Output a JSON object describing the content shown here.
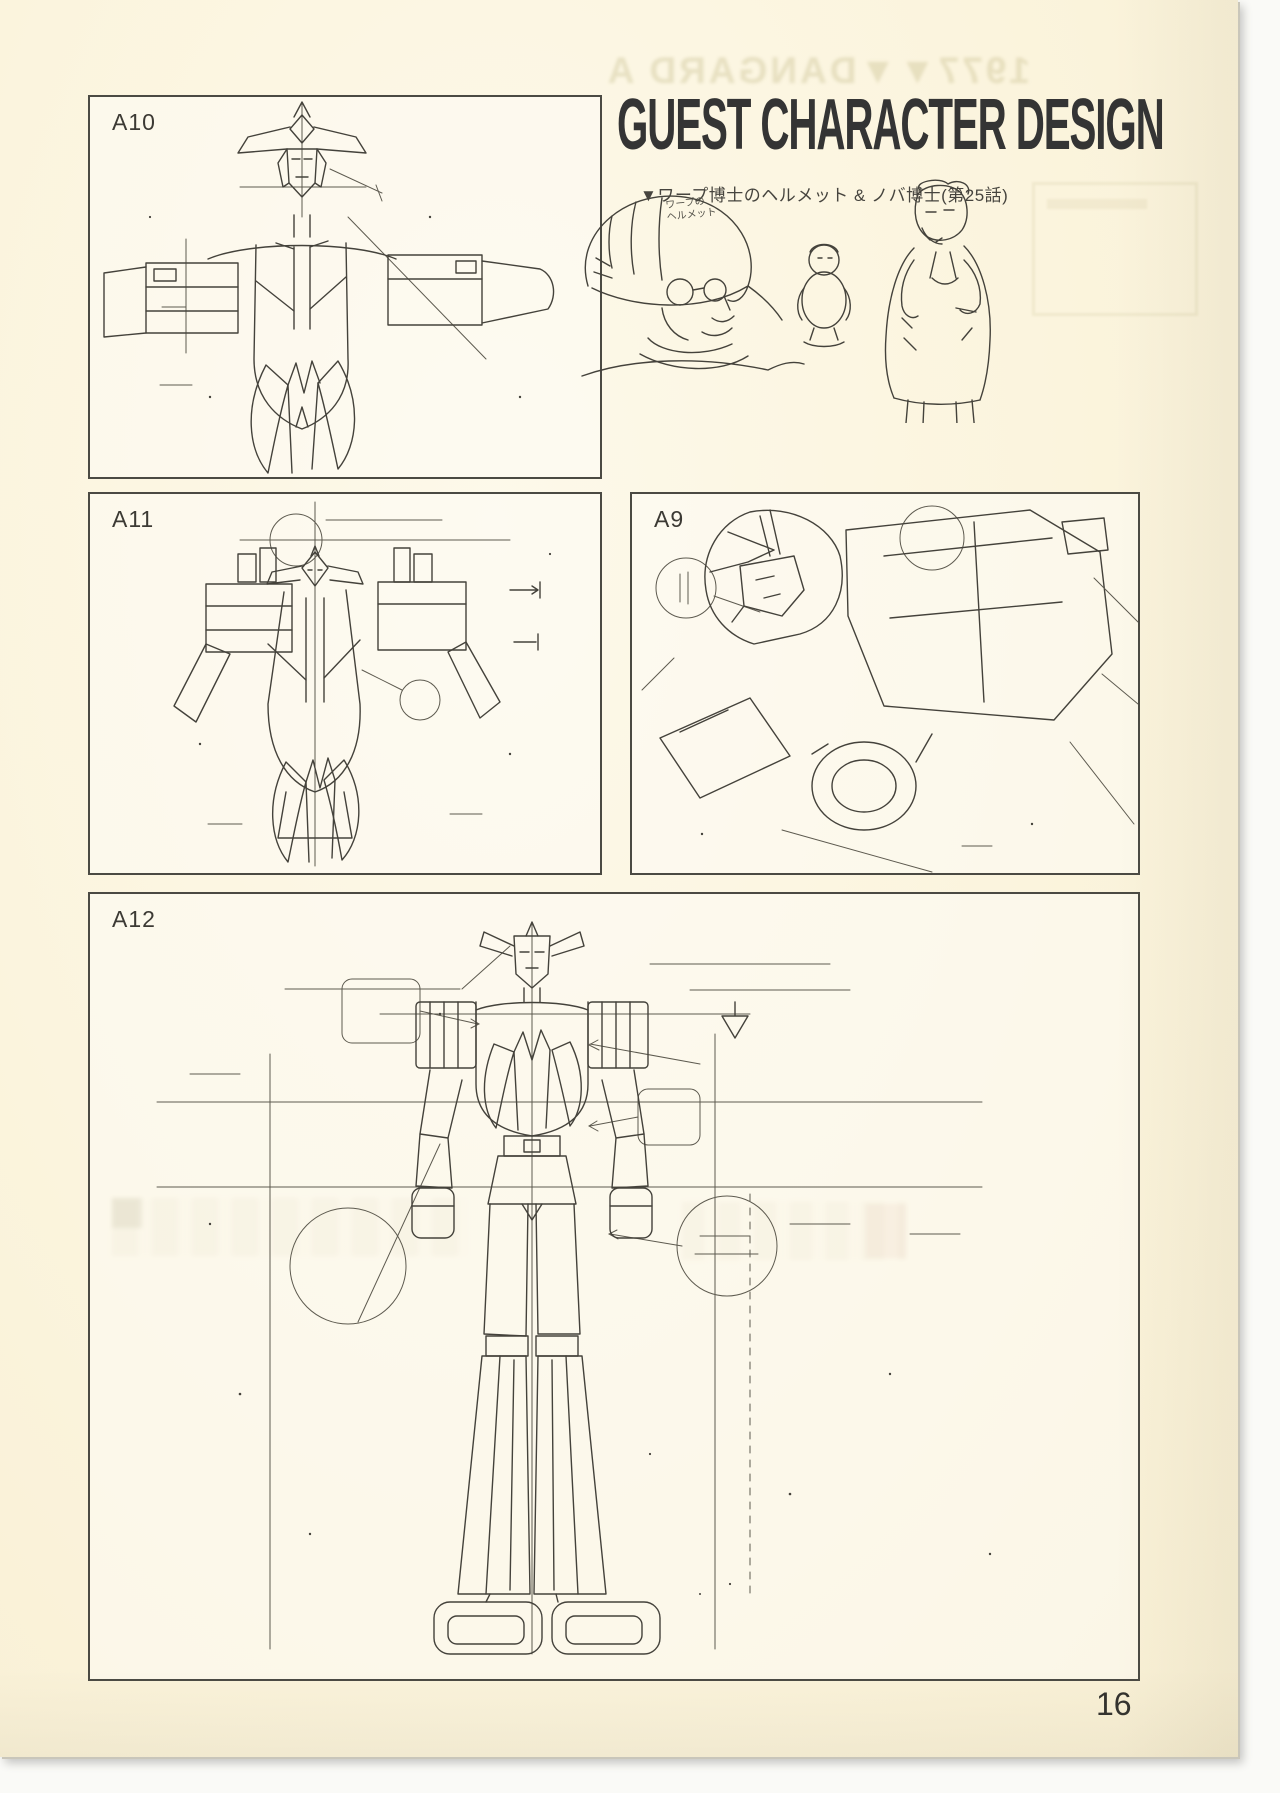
{
  "page": {
    "title": "GUEST CHARACTER DESIGN",
    "subtitle": "▼ワープ博士のヘルメット & ノバ博士(第25話)",
    "page_number": "16",
    "sketch_annotation": "ワープの\nヘルメット",
    "showthrough_text": "1977▼▼DANGARD A",
    "paper_color": "#fbf4dd",
    "ink_color": "#44423b"
  },
  "panels": [
    {
      "label": "A10",
      "content": "robot head and shoulders, front view construction drawing"
    },
    {
      "label": "A11",
      "content": "robot upper body, front view construction drawing"
    },
    {
      "label": "A9",
      "content": "robot head and shoulder close-up, perspective construction drawing"
    },
    {
      "label": "A12",
      "content": "robot full body, front view model sheet"
    }
  ],
  "sketches": [
    {
      "name": "helmeted man head sketch"
    },
    {
      "name": "small figure sketch"
    },
    {
      "name": "standing old man sketch"
    }
  ]
}
